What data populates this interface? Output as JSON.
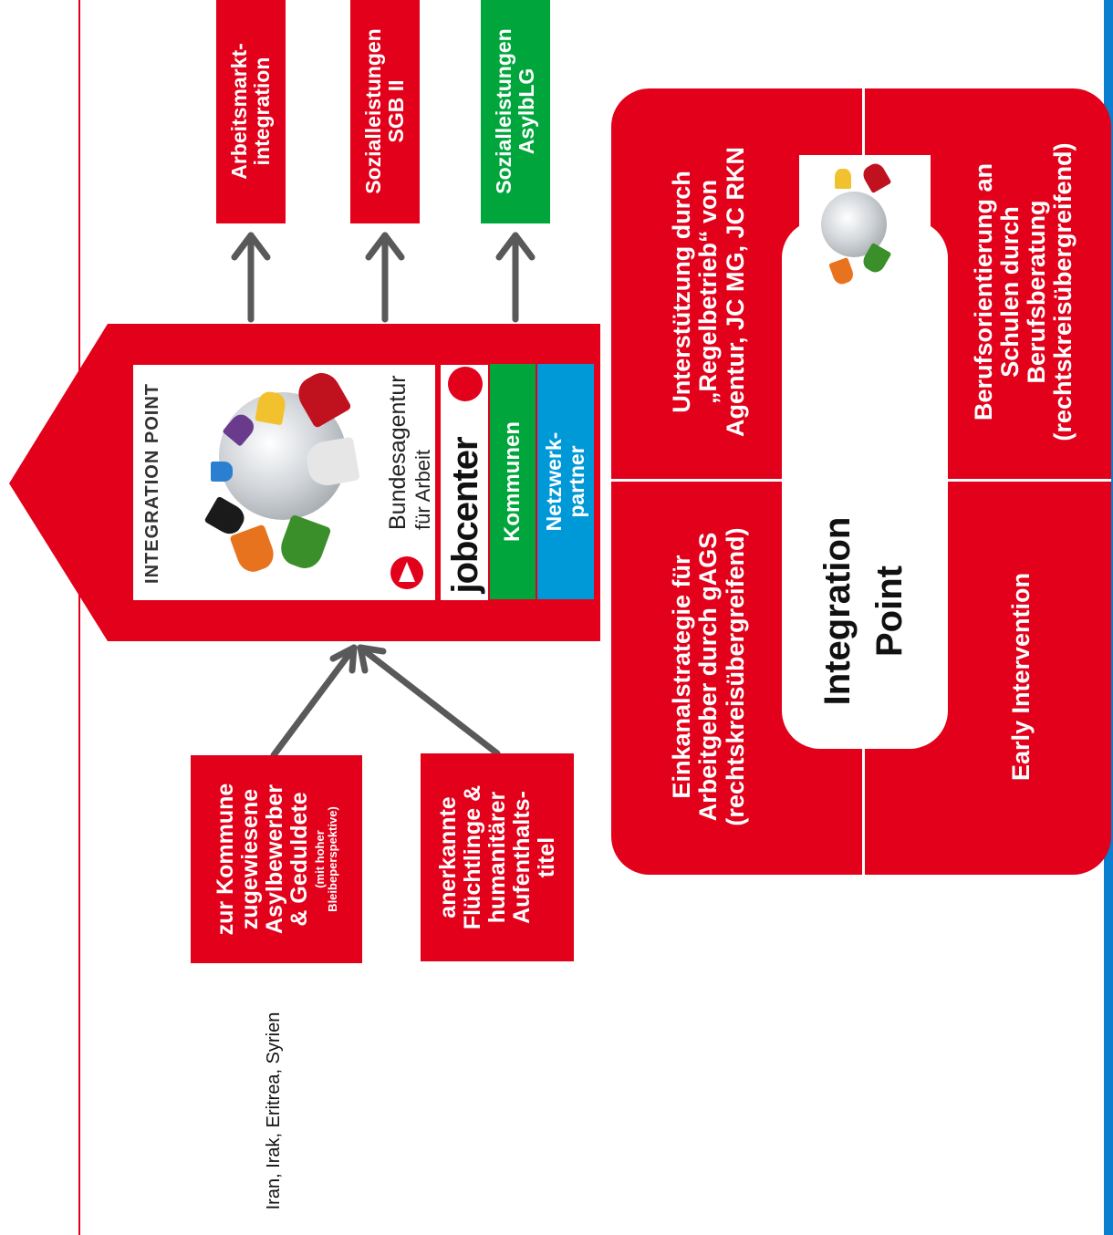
{
  "outputs": [
    {
      "label": "Arbeitsmarkt-\nintegration",
      "color": "#e2001a"
    },
    {
      "label": "Sozialleistungen\nSGB II",
      "color": "#e2001a"
    },
    {
      "label": "Sozialleistungen\nAsylbLG",
      "color": "#00a63c"
    }
  ],
  "inputs": [
    {
      "label": "zur Kommune\nzugewiesene\nAsylbewerber\n& Geduldete",
      "sub": "(mit hoher\nBleibeperspektive)"
    },
    {
      "label": "anerkannte\nFlüchtlinge &\nhumanitärer\nAufenthalts-\ntitel"
    }
  ],
  "countries_note": "Iran, Irak, Eritrea, Syrien",
  "central_panel": {
    "logo_text": "INTEGRATION POINT",
    "ba_line1": "Bundesagentur",
    "ba_line2": "für Arbeit",
    "jobcenter": "jobcenter",
    "kommunen": "Kommunen",
    "netzwerk": "Netzwerk-\npartner"
  },
  "quadrants": {
    "top_left": "Einkanalstrategie für\nArbeitgeber durch gAGS\n(rechtskreisübergreifend)",
    "top_right": "Unterstützung durch\n„Regelbetrieb“ von\nAgentur, JC MG, JC RKN",
    "bottom_left": "Early Intervention",
    "bottom_right": "Berufsorientierung an\nSchulen durch\nBerufsberatung\n(rechtskreisübergreifend)",
    "center_line1": "Integration",
    "center_line2": "Point"
  },
  "colors": {
    "red": "#e2001a",
    "green": "#00a63c",
    "blue": "#0099d8",
    "arrow": "#595959"
  }
}
